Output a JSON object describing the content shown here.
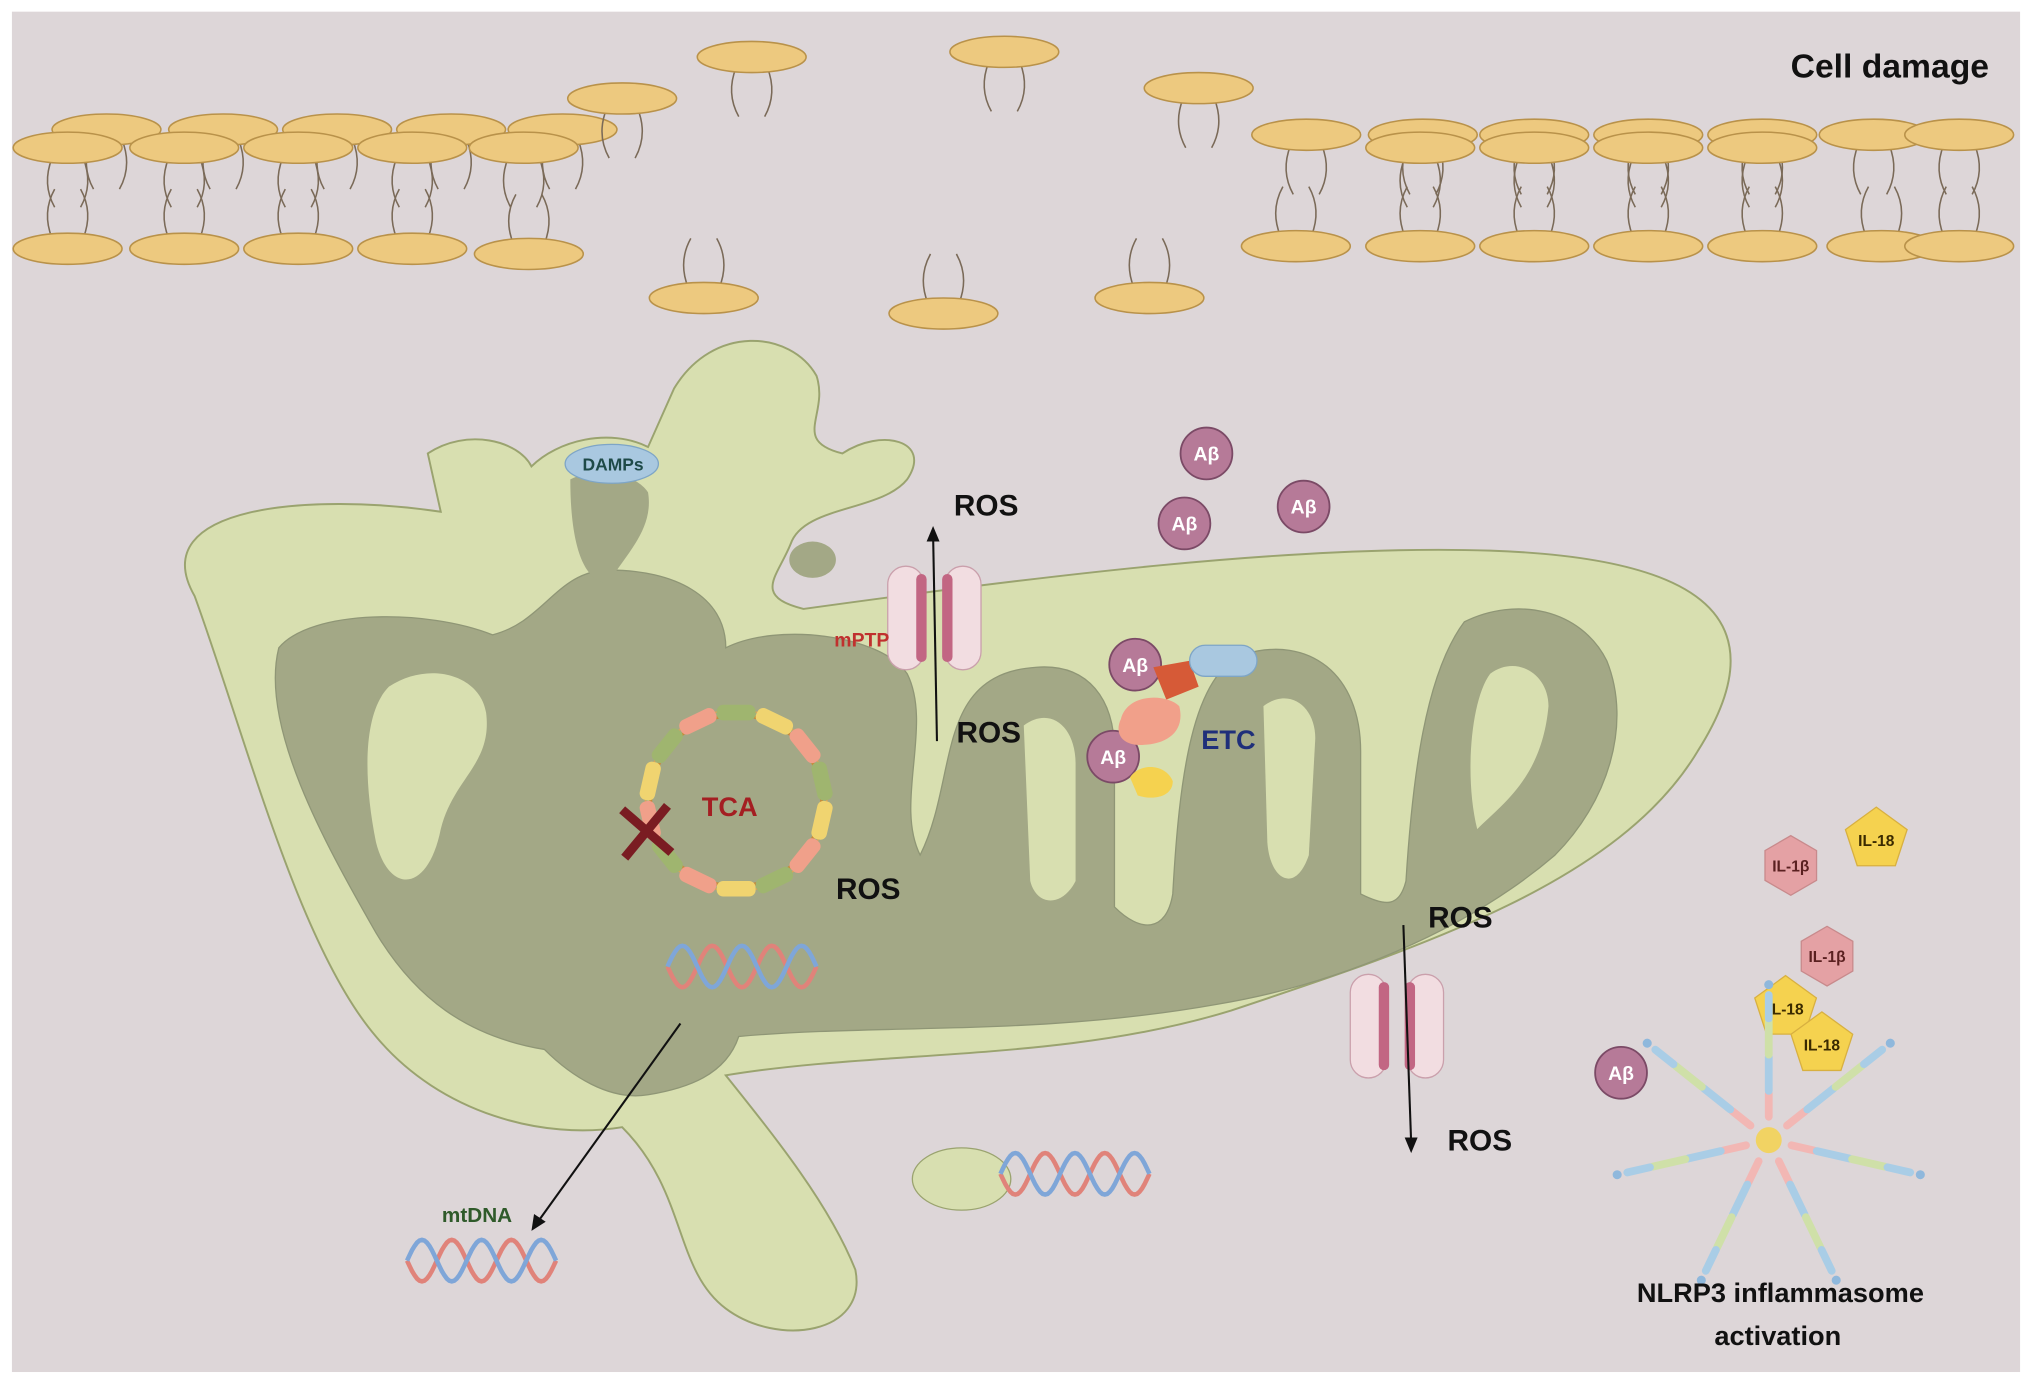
{
  "title": "Cell damage",
  "labels": {
    "damps": "DAMPs",
    "mptp": "mPTP",
    "tca": "TCA",
    "etc": "ETC",
    "ros": "ROS",
    "mtdna": "mtDNA",
    "abeta": "Aβ",
    "il1b": "IL-1β",
    "il18": "IL-18",
    "nlrp3_line1": "NLRP3 inflammasome",
    "nlrp3_line2": "activation"
  },
  "colors": {
    "background": "#ddd6d8",
    "lipid_head": "#edc97f",
    "lipid_stroke": "#b9924a",
    "mito_outer": "#d8dfb0",
    "mito_inner": "#a3a886",
    "abeta_fill": "#b67a98",
    "pore": "#c26683",
    "il1b": "#e4a1a4",
    "il18": "#f5d24f",
    "tca_label": "#a41e22",
    "mptp_label": "#c0302e",
    "etc_label": "#1f2f7a",
    "damps_label": "#1e4a48",
    "mtdna_label": "#2f5a2a"
  }
}
